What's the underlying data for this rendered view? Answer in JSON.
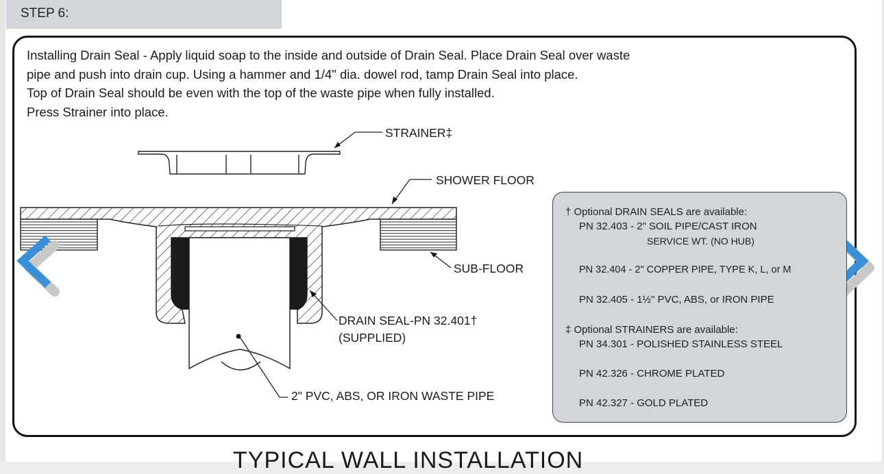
{
  "step": {
    "label": "STEP 6:"
  },
  "instructions": [
    "Installing Drain Seal - Apply liquid soap to the inside and outside of Drain Seal. Place Drain Seal over waste",
    "pipe and push into drain cup. Using a hammer and 1/4\" dia. dowel rod, tamp Drain Seal into place.",
    "Top of Drain Seal should be even with the top of the waste pipe when fully installed.",
    "Press Strainer into place."
  ],
  "diagram_labels": {
    "strainer": "STRAINER‡",
    "shower_floor": "SHOWER FLOOR",
    "sub_floor": "SUB-FLOOR",
    "drain_seal": "DRAIN SEAL-PN 32.401†",
    "supplied": "(SUPPLIED)",
    "waste_pipe": "2\" PVC, ABS, OR IRON WASTE PIPE"
  },
  "options": {
    "seals_header": "† Optional DRAIN SEALS are available:",
    "seal_1": "PN 32.403 - 2\" SOIL PIPE/CAST IRON",
    "seal_1b": "SERVICE WT. (NO HUB)",
    "seal_2": "PN 32.404 - 2\" COPPER PIPE, TYPE K, L, or M",
    "seal_3": "PN 32.405 - 1½\" PVC, ABS, or IRON PIPE",
    "strainers_header": "‡ Optional STRAINERS are available:",
    "strainer_1": "PN 34.301 - POLISHED STAINLESS STEEL",
    "strainer_2": "PN 42.326 - CHROME PLATED",
    "strainer_3": "PN 42.327 - GOLD PLATED"
  },
  "next_section_title": "TYPICAL WALL INSTALLATION",
  "nav": {
    "prev_icon": "chevron-left-icon",
    "next_icon": "chevron-right-icon",
    "color": "#3a8fd6"
  }
}
